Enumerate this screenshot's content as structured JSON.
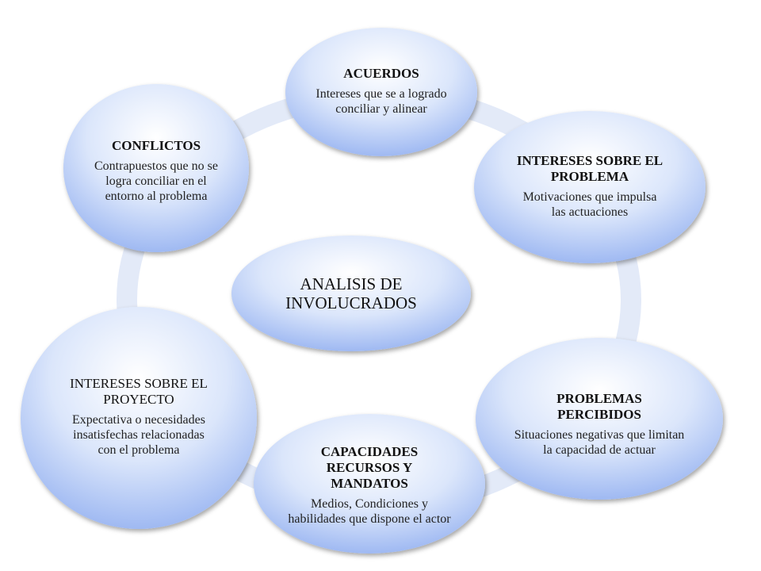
{
  "diagram": {
    "center": {
      "label": "ANALISIS DE INVOLUCRADOS"
    },
    "nodes": [
      {
        "title": "ACUERDOS",
        "description": "Intereses que se a logrado conciliar y alinear"
      },
      {
        "title": "INTERESES SOBRE EL PROBLEMA",
        "description": "Motivaciones que impulsa las actuaciones"
      },
      {
        "title": "PROBLEMAS PERCIBIDOS",
        "description": "Situaciones negativas que limitan la capacidad de actuar"
      },
      {
        "title": "CAPACIDADES RECURSOS Y MANDATOS",
        "description": "Medios, Condiciones y habilidades que dispone el actor"
      },
      {
        "title": "INTERESES SOBRE EL PROYECTO",
        "description": "Expectativa o necesidades insatisfechas relacionadas con el problema"
      },
      {
        "title": "CONFLICTOS",
        "description": "Contrapuestos que no se logra conciliar en el entorno al problema"
      }
    ]
  }
}
